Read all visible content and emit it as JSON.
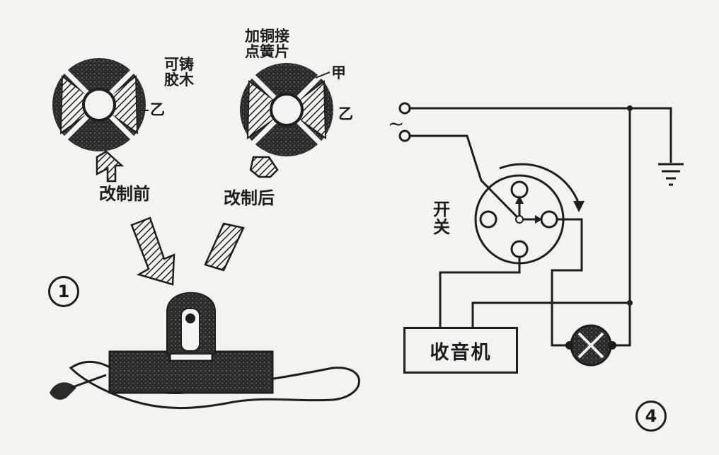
{
  "figure1": {
    "number": "1",
    "disk_left": {
      "material_label": "可铸\n胶木",
      "side_label": "乙"
    },
    "disk_right": {
      "contact_label": "加铜接\n点簧片",
      "jia_label": "甲",
      "side_label": "乙"
    },
    "before_label": "改制前",
    "after_label": "改制后"
  },
  "figure4": {
    "number": "4",
    "switch_label": "开\n关",
    "radio_label": "收音机",
    "ac_symbol": "~"
  }
}
